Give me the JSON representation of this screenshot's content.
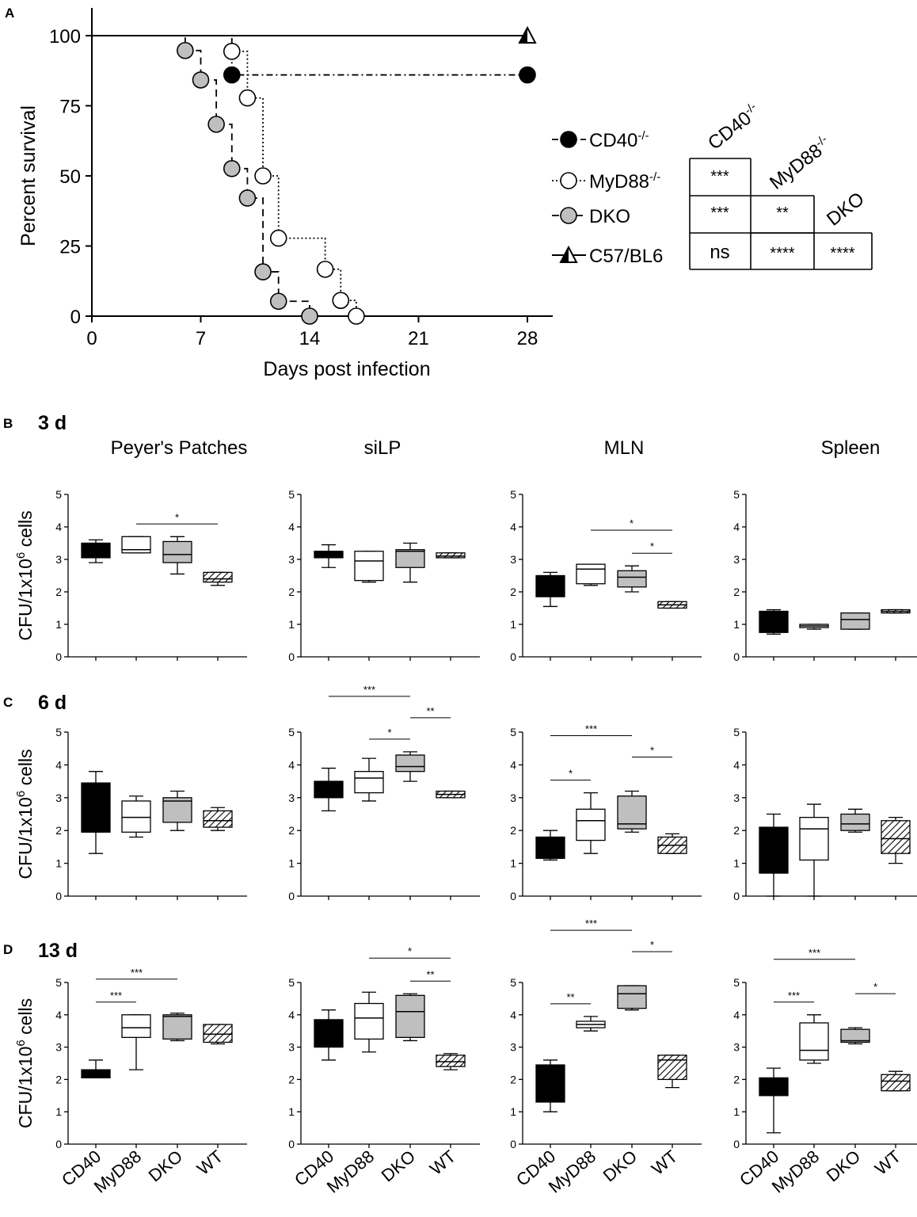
{
  "chart_data": [
    {
      "panel": "A",
      "type": "line",
      "subtype": "kaplan-meier survival",
      "ylabel": "Percent survival",
      "xlabel": "Days post infection",
      "xlim": [
        0,
        30
      ],
      "ylim": [
        0,
        100
      ],
      "x_ticks": [
        "0",
        "7",
        "14",
        "21",
        "28"
      ],
      "y_ticks": [
        "0",
        "25",
        "50",
        "75",
        "100"
      ],
      "series": [
        {
          "name": "CD40-/-",
          "name_base": "CD40",
          "name_sup": "-/-",
          "marker": "filled-circle",
          "color": "#000000",
          "line": "dash-dot",
          "points": [
            [
              0,
              100
            ],
            [
              9,
              100
            ],
            [
              9,
              86
            ],
            [
              28,
              86
            ]
          ],
          "markers": [
            [
              9,
              86
            ],
            [
              28,
              86
            ]
          ]
        },
        {
          "name": "MyD88-/-",
          "name_base": "MyD88",
          "name_sup": "-/-",
          "marker": "open-circle",
          "color": "#ffffff",
          "line": "dotted",
          "points": [
            [
              0,
              100
            ],
            [
              9,
              100
            ],
            [
              9,
              94.4
            ],
            [
              10,
              94.4
            ],
            [
              10,
              77.8
            ],
            [
              11,
              77.8
            ],
            [
              11,
              50
            ],
            [
              12,
              50
            ],
            [
              12,
              27.8
            ],
            [
              15,
              27.8
            ],
            [
              15,
              16.7
            ],
            [
              16,
              16.7
            ],
            [
              16,
              5.6
            ],
            [
              17,
              5.6
            ],
            [
              17,
              0
            ]
          ],
          "markers": [
            [
              9,
              94.4
            ],
            [
              10,
              77.8
            ],
            [
              11,
              50
            ],
            [
              12,
              27.8
            ],
            [
              15,
              16.7
            ],
            [
              16,
              5.6
            ],
            [
              17,
              0
            ]
          ]
        },
        {
          "name": "DKO",
          "name_base": "DKO",
          "name_sup": "",
          "marker": "grey-circle",
          "color": "#bfbfbf",
          "line": "dashed",
          "points": [
            [
              0,
              100
            ],
            [
              6,
              100
            ],
            [
              6,
              94.7
            ],
            [
              7,
              94.7
            ],
            [
              7,
              84.2
            ],
            [
              8,
              84.2
            ],
            [
              8,
              68.4
            ],
            [
              9,
              68.4
            ],
            [
              9,
              52.6
            ],
            [
              10,
              52.6
            ],
            [
              10,
              42.1
            ],
            [
              11,
              42.1
            ],
            [
              11,
              15.8
            ],
            [
              12,
              15.8
            ],
            [
              12,
              5.3
            ],
            [
              14,
              5.3
            ],
            [
              14,
              0
            ]
          ],
          "markers": [
            [
              6,
              94.7
            ],
            [
              7,
              84.2
            ],
            [
              8,
              68.4
            ],
            [
              9,
              52.6
            ],
            [
              10,
              42.1
            ],
            [
              11,
              15.8
            ],
            [
              12,
              5.3
            ],
            [
              14,
              0
            ]
          ]
        },
        {
          "name": "C57/BL6",
          "name_base": "C57/BL6",
          "name_sup": "",
          "marker": "half-triangle",
          "color": "#000000",
          "line": "solid",
          "points": [
            [
              0,
              100
            ],
            [
              28,
              100
            ]
          ],
          "markers": [
            [
              28,
              100
            ]
          ]
        }
      ],
      "pvalue_table": {
        "columns": [
          "CD40-/-",
          "MyD88-/-",
          "DKO"
        ],
        "col_base": [
          "CD40",
          "MyD88",
          "DKO"
        ],
        "col_sup": [
          "-/-",
          "-/-",
          ""
        ],
        "rows": [
          {
            "row": "MyD88-/-",
            "values": [
              "***"
            ]
          },
          {
            "row": "DKO",
            "values": [
              "***",
              "**"
            ]
          },
          {
            "row": "C57/BL6",
            "values": [
              "ns",
              "****",
              "****"
            ]
          }
        ]
      }
    },
    {
      "panel": "B-D",
      "type": "boxplot",
      "categories": [
        "CD40",
        "MyD88",
        "DKO",
        "WT"
      ],
      "category_fills": [
        "#000000",
        "#ffffff",
        "#bfbfbf",
        "hatched"
      ],
      "ylabel": "CFU/1x10^6 cells",
      "ylabel_base": "CFU/1x10",
      "ylabel_sup": "6",
      "ylabel_tail": " cells",
      "ylim": [
        0,
        5
      ],
      "y_ticks": [
        "0",
        "1",
        "2",
        "3",
        "4",
        "5"
      ],
      "column_titles": [
        "Peyer's Patches",
        "siLP",
        "MLN",
        "Spleen"
      ],
      "rows": [
        {
          "panel": "B",
          "label": "3 d",
          "plots": [
            {
              "tissue": "Peyer's Patches",
              "boxes": [
                [
                  2.9,
                  3.05,
                  3.25,
                  3.5,
                  3.6
                ],
                [
                  3.2,
                  3.2,
                  3.3,
                  3.7,
                  3.7
                ],
                [
                  2.55,
                  2.9,
                  3.15,
                  3.55,
                  3.7
                ],
                [
                  2.2,
                  2.3,
                  2.4,
                  2.6,
                  2.6
                ]
              ],
              "sig": [
                {
                  "from": 1,
                  "to": 3,
                  "label": "*"
                }
              ]
            },
            {
              "tissue": "siLP",
              "boxes": [
                [
                  2.75,
                  3.05,
                  3.2,
                  3.25,
                  3.45
                ],
                [
                  2.3,
                  2.35,
                  2.95,
                  3.25,
                  3.25
                ],
                [
                  2.3,
                  2.75,
                  3.25,
                  3.3,
                  3.5
                ],
                [
                  3.05,
                  3.05,
                  3.1,
                  3.2,
                  3.2
                ]
              ],
              "sig": []
            },
            {
              "tissue": "MLN",
              "boxes": [
                [
                  1.55,
                  1.85,
                  2.2,
                  2.5,
                  2.6
                ],
                [
                  2.2,
                  2.25,
                  2.7,
                  2.85,
                  2.85
                ],
                [
                  2.0,
                  2.15,
                  2.45,
                  2.65,
                  2.8
                ],
                [
                  1.5,
                  1.5,
                  1.6,
                  1.7,
                  1.7
                ]
              ],
              "sig": [
                {
                  "from": 2,
                  "to": 3,
                  "label": "*"
                },
                {
                  "from": 1,
                  "to": 3,
                  "label": "*"
                }
              ]
            },
            {
              "tissue": "Spleen",
              "boxes": [
                [
                  0.7,
                  0.75,
                  1.4,
                  1.4,
                  1.45
                ],
                [
                  0.85,
                  0.9,
                  0.95,
                  1.0,
                  1.0
                ],
                [
                  0.85,
                  0.85,
                  1.15,
                  1.35,
                  1.35
                ],
                [
                  1.35,
                  1.35,
                  1.4,
                  1.45,
                  1.45
                ]
              ],
              "sig": []
            }
          ]
        },
        {
          "panel": "C",
          "label": "6 d",
          "plots": [
            {
              "tissue": "Peyer's Patches",
              "boxes": [
                [
                  1.3,
                  1.95,
                  2.5,
                  3.45,
                  3.8
                ],
                [
                  1.8,
                  1.95,
                  2.4,
                  2.9,
                  3.05
                ],
                [
                  2.0,
                  2.25,
                  2.9,
                  3.0,
                  3.2
                ],
                [
                  2.0,
                  2.1,
                  2.3,
                  2.6,
                  2.7
                ]
              ],
              "sig": []
            },
            {
              "tissue": "siLP",
              "boxes": [
                [
                  2.6,
                  3.0,
                  3.2,
                  3.5,
                  3.9
                ],
                [
                  2.9,
                  3.15,
                  3.6,
                  3.8,
                  4.2
                ],
                [
                  3.5,
                  3.8,
                  3.95,
                  4.3,
                  4.4
                ],
                [
                  3.0,
                  3.0,
                  3.1,
                  3.2,
                  3.2
                ]
              ],
              "sig": [
                {
                  "from": 0,
                  "to": 2,
                  "label": "***"
                },
                {
                  "from": 1,
                  "to": 2,
                  "label": "*"
                },
                {
                  "from": 2,
                  "to": 3,
                  "label": "**"
                }
              ]
            },
            {
              "tissue": "MLN",
              "boxes": [
                [
                  1.1,
                  1.15,
                  1.45,
                  1.8,
                  2.0
                ],
                [
                  1.3,
                  1.7,
                  2.3,
                  2.65,
                  3.15
                ],
                [
                  1.95,
                  2.05,
                  2.2,
                  3.05,
                  3.2
                ],
                [
                  1.3,
                  1.3,
                  1.55,
                  1.8,
                  1.9
                ]
              ],
              "sig": [
                {
                  "from": 0,
                  "to": 2,
                  "label": "***"
                },
                {
                  "from": 0,
                  "to": 1,
                  "label": "*"
                },
                {
                  "from": 2,
                  "to": 3,
                  "label": "*"
                }
              ]
            },
            {
              "tissue": "Spleen",
              "boxes": [
                [
                  0,
                  0.7,
                  1.45,
                  2.1,
                  2.5
                ],
                [
                  0,
                  1.1,
                  2.05,
                  2.4,
                  2.8
                ],
                [
                  1.95,
                  2.0,
                  2.2,
                  2.5,
                  2.65
                ],
                [
                  1.0,
                  1.3,
                  1.75,
                  2.3,
                  2.4
                ]
              ],
              "sig": []
            }
          ]
        },
        {
          "panel": "D",
          "label": "13 d",
          "plots": [
            {
              "tissue": "Peyer's Patches",
              "boxes": [
                [
                  2.05,
                  2.05,
                  2.25,
                  2.3,
                  2.6
                ],
                [
                  2.3,
                  3.3,
                  3.6,
                  4.0,
                  4.0
                ],
                [
                  3.2,
                  3.25,
                  3.95,
                  4.0,
                  4.05
                ],
                [
                  3.1,
                  3.15,
                  3.4,
                  3.7,
                  3.7
                ]
              ],
              "sig": [
                {
                  "from": 0,
                  "to": 1,
                  "label": "***"
                },
                {
                  "from": 0,
                  "to": 2,
                  "label": "***"
                }
              ]
            },
            {
              "tissue": "siLP",
              "boxes": [
                [
                  2.6,
                  3.0,
                  3.4,
                  3.85,
                  4.15
                ],
                [
                  2.85,
                  3.25,
                  3.9,
                  4.35,
                  4.7
                ],
                [
                  3.2,
                  3.3,
                  4.1,
                  4.6,
                  4.65
                ],
                [
                  2.3,
                  2.4,
                  2.55,
                  2.75,
                  2.8
                ]
              ],
              "sig": [
                {
                  "from": 2,
                  "to": 3,
                  "label": "**"
                },
                {
                  "from": 1,
                  "to": 3,
                  "label": "*"
                }
              ]
            },
            {
              "tissue": "MLN",
              "boxes": [
                [
                  1.0,
                  1.3,
                  1.85,
                  2.45,
                  2.6
                ],
                [
                  3.5,
                  3.6,
                  3.7,
                  3.8,
                  3.95
                ],
                [
                  4.15,
                  4.2,
                  4.65,
                  4.9,
                  4.9
                ],
                [
                  1.75,
                  2.0,
                  2.6,
                  2.75,
                  2.75
                ]
              ],
              "sig": [
                {
                  "from": 0,
                  "to": 1,
                  "label": "**"
                },
                {
                  "from": 0,
                  "to": 2,
                  "label": "***"
                },
                {
                  "from": 2,
                  "to": 3,
                  "label": "*"
                }
              ]
            },
            {
              "tissue": "Spleen",
              "boxes": [
                [
                  0.35,
                  1.5,
                  1.85,
                  2.05,
                  2.35
                ],
                [
                  2.5,
                  2.6,
                  2.9,
                  3.75,
                  4.0
                ],
                [
                  3.1,
                  3.15,
                  3.2,
                  3.55,
                  3.6
                ],
                [
                  1.65,
                  1.65,
                  1.95,
                  2.15,
                  2.25
                ]
              ],
              "sig": [
                {
                  "from": 0,
                  "to": 1,
                  "label": "***"
                },
                {
                  "from": 0,
                  "to": 2,
                  "label": "***"
                },
                {
                  "from": 2,
                  "to": 3,
                  "label": "*"
                }
              ]
            }
          ]
        }
      ]
    }
  ]
}
